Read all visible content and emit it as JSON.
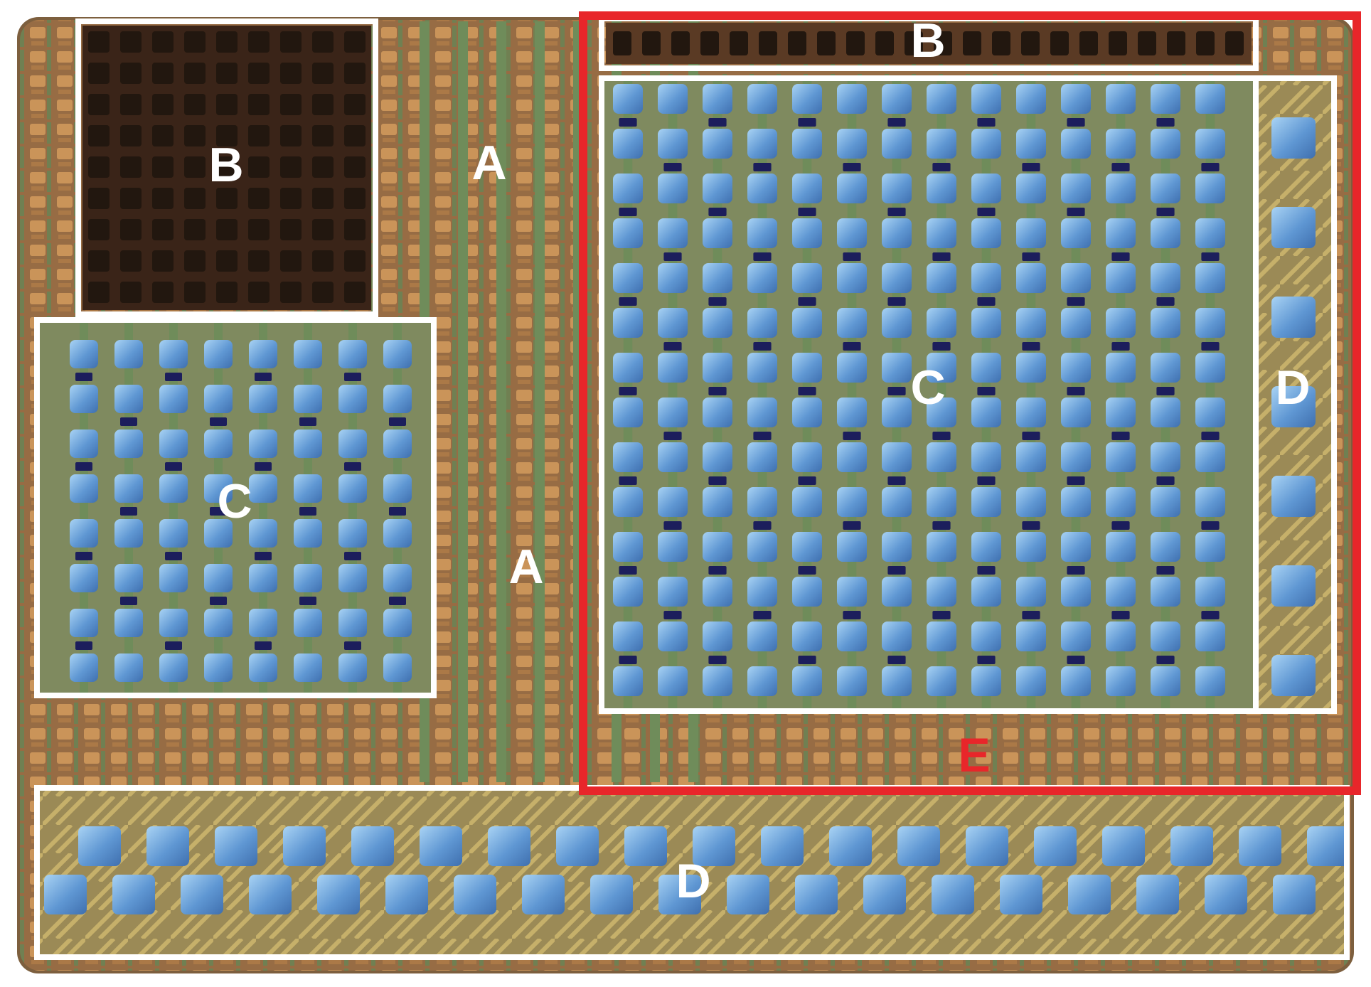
{
  "labels": {
    "a_upper": "A",
    "a_lower": "A",
    "b_left": "B",
    "b_top": "B",
    "c_left": "C",
    "c_right": "C",
    "d_right": "D",
    "d_bottom": "D",
    "e": "E"
  },
  "colors": {
    "outline_white": "#ffffff",
    "outline_red": "#e8262a",
    "label_white": "#ffffff",
    "label_red": "#e8262a",
    "die_base": "#8a6a45",
    "copper": "#c48a52",
    "trace_green": "#6f8c5a",
    "pad_blue": "#6fa6dc",
    "dark_well": "#22170f",
    "dark_via": "#1c1e5c"
  },
  "icons": [
    "chip-die-micrograph"
  ]
}
